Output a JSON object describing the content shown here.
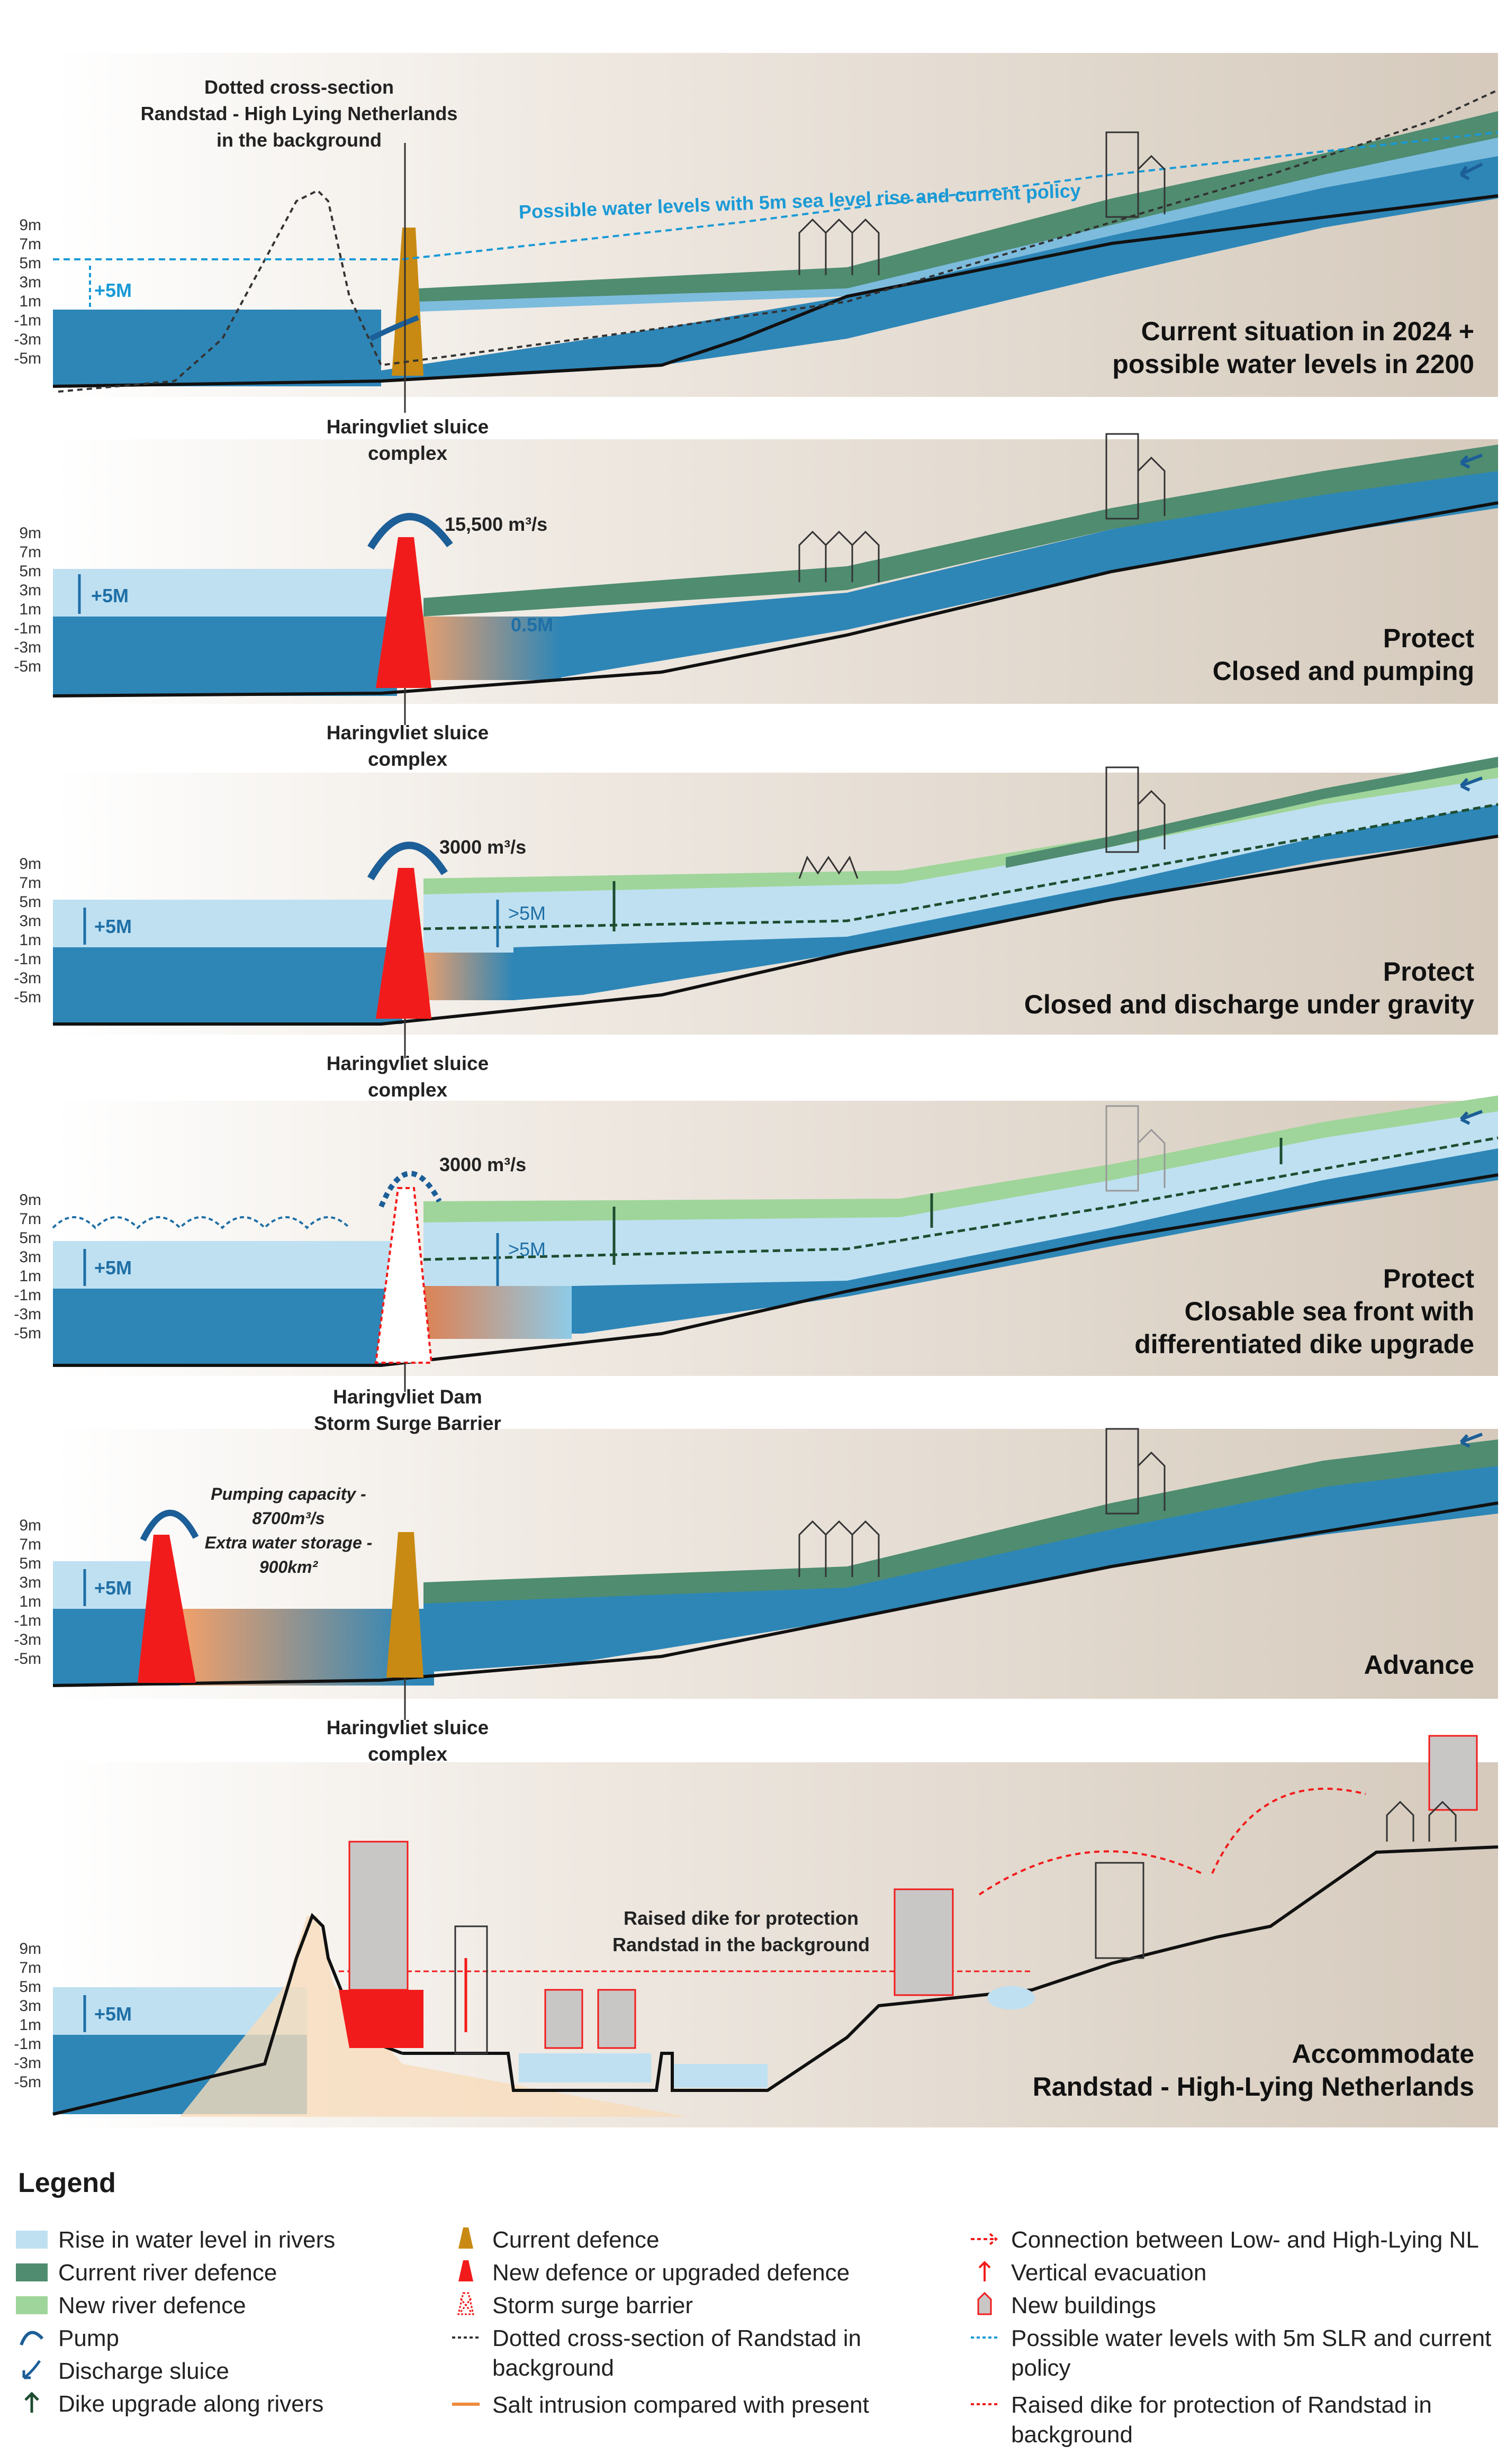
{
  "top_note": "Dotted cross-section\nRandstad - High Lying Netherlands\nin the background",
  "sea_level_note": "Possible water levels with 5m sea level rise and current policy",
  "scale": [
    "9m",
    "7m",
    "5m",
    "3m",
    "1m",
    "-1m",
    "-3m",
    "-5m"
  ],
  "rise_label": "+5M",
  "panels": [
    {
      "title": "Current situation in 2024 +\npossible water levels in 2200",
      "caption": "Haringvliet sluice\ncomplex"
    },
    {
      "title": "Protect\nClosed and pumping",
      "caption": "Haringvliet sluice\ncomplex",
      "flow": "15,500 m³/s",
      "rise_inner": "0.5M"
    },
    {
      "title": "Protect\nClosed and discharge under gravity",
      "caption": "Haringvliet sluice\ncomplex",
      "flow": "3000 m³/s",
      "rise_inner": ">5M"
    },
    {
      "title": "Protect\nClosable sea front with\ndifferentiated dike upgrade",
      "caption": "Haringvliet Dam\nStorm Surge Barrier",
      "flow": "3000 m³/s",
      "rise_inner": ">5M"
    },
    {
      "title": "Advance",
      "caption": "Haringvliet sluice\ncomplex",
      "pump_note": "Pumping capacity -\n8700m³/s\nExtra water storage -\n900km²"
    },
    {
      "title": "Accommodate\nRandstad - High-Lying Netherlands",
      "dike_note": "Raised dike for protection\nRandstad in the background"
    }
  ],
  "legend": {
    "title": "Legend",
    "col1": [
      "Rise in water level in rivers",
      "Current river defence",
      "New river defence",
      "Pump",
      "Discharge sluice",
      "Dike upgrade along rivers"
    ],
    "col2": [
      "Current defence",
      "New defence or upgraded defence",
      "Storm surge barrier",
      "Dotted cross-section of Randstad in background",
      "Salt intrusion compared with present"
    ],
    "col3": [
      "Connection between Low- and High-Lying  NL",
      "Vertical evacuation",
      "New buildings",
      "Possible water levels with 5m SLR and current policy",
      "Raised dike for protection of Randstad in background"
    ]
  },
  "colors": {
    "sea": "#2e86b7",
    "sea_light": "#bfe0f1",
    "river": "#1c9ad6",
    "land": "#d9cfc2",
    "current_dike": "#4f8c70",
    "new_dike": "#9fd59a",
    "current_defence": "#c88a12",
    "new_defence": "#f21b1b",
    "pump": "#1c5e97",
    "salt": "#f08a3c"
  }
}
